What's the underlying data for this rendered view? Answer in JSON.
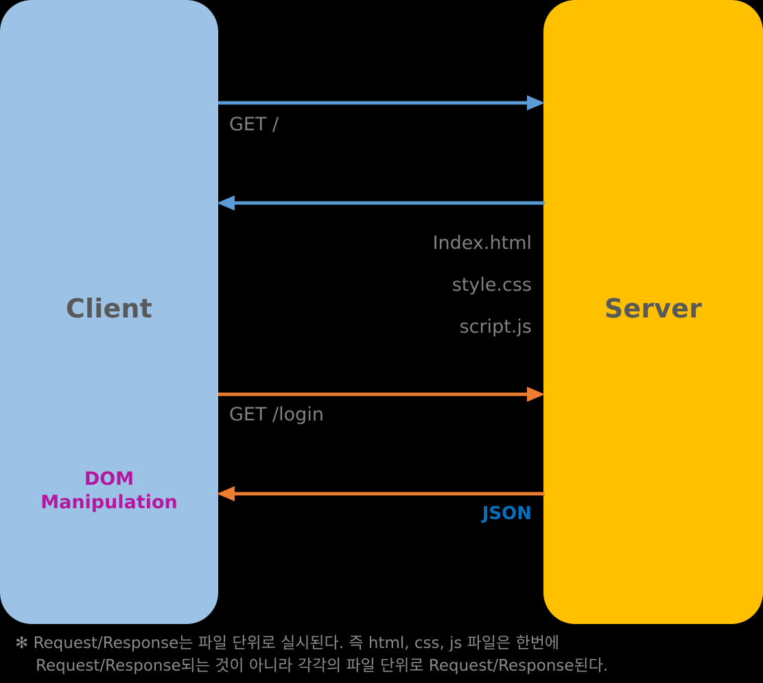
{
  "diagram": {
    "title": "Client-Server Request/Response sequence",
    "background_color": "#000000",
    "actors": [
      {
        "id": "client",
        "label": "Client",
        "color": "#9CC3E5",
        "text_color": "#595959"
      },
      {
        "id": "server",
        "label": "Server",
        "color": "#FFC000",
        "text_color": "#595959"
      }
    ],
    "messages": [
      {
        "id": "msg-get-root",
        "label": "GET /",
        "direction": "client-to-server",
        "color": "#5B9BD5",
        "label_color": "#808080"
      },
      {
        "id": "msg-static-files",
        "label": "Index.html\nstyle.css\nscript.js",
        "lines": [
          "Index.html",
          "style.css",
          "script.js"
        ],
        "direction": "server-to-client",
        "color": "#5B9BD5",
        "label_color": "#808080"
      },
      {
        "id": "msg-get-login",
        "label": "GET /login",
        "direction": "client-to-server",
        "color": "#ED7D31",
        "label_color": "#808080"
      },
      {
        "id": "msg-json",
        "label": "JSON",
        "direction": "server-to-client",
        "color": "#ED7D31",
        "label_color": "#0070C0"
      }
    ],
    "client_note": {
      "lines": [
        "DOM",
        "Manipulation"
      ],
      "color": "#B5179E"
    },
    "footnote": {
      "lines": [
        "✻ Request/Response는 파일 단위로 실시된다. 즉 html, css, js 파일은 한번에",
        "Request/Response되는 것이 아니라 각각의 파일 단위로 Request/Response된다."
      ],
      "color": "#8A8A8A"
    }
  }
}
